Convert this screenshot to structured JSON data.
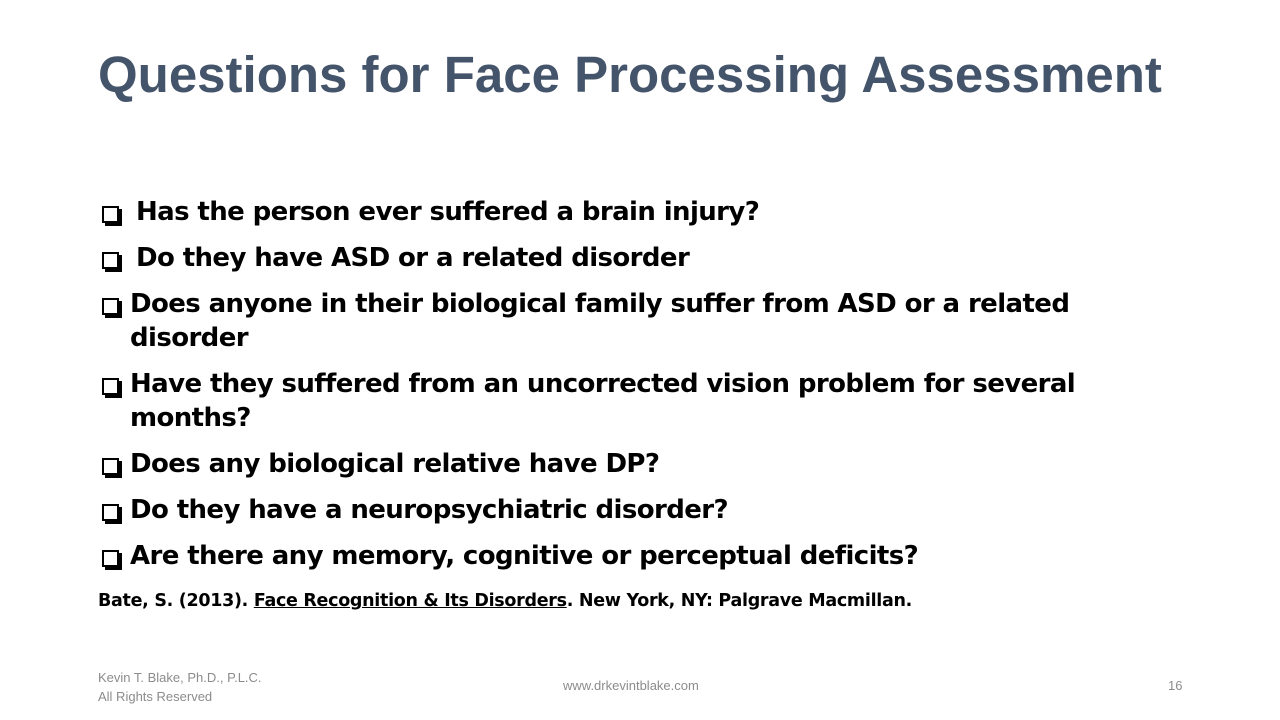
{
  "slide": {
    "title": "Questions for Face Processing Assessment",
    "bullets": [
      {
        "text": "Has the person ever suffered a brain injury?"
      },
      {
        "text": "Do they have ASD or a related disorder"
      },
      {
        "text": "Does anyone in their biological family suffer from ASD or a related disorder"
      },
      {
        "text": "Have they suffered from an uncorrected vision problem for several months?"
      },
      {
        "text": "Does any biological relative have DP?"
      },
      {
        "text": "Do they have a neuropsychiatric disorder?"
      },
      {
        "text": "Are there any memory, cognitive or perceptual deficits?"
      }
    ],
    "citation": {
      "prefix": "Bate, S. (2013). ",
      "book": "Face Recognition & Its Disorders",
      "suffix": ". New York, NY: Palgrave Macmillan."
    }
  },
  "footer": {
    "author_line1": "Kevin T. Blake, Ph.D., P.L.C.",
    "author_line2": "All Rights Reserved",
    "website": "www.drkevintblake.com",
    "page_number": "16"
  },
  "colors": {
    "title": "#44546a",
    "footer": "#8c8c8c"
  }
}
